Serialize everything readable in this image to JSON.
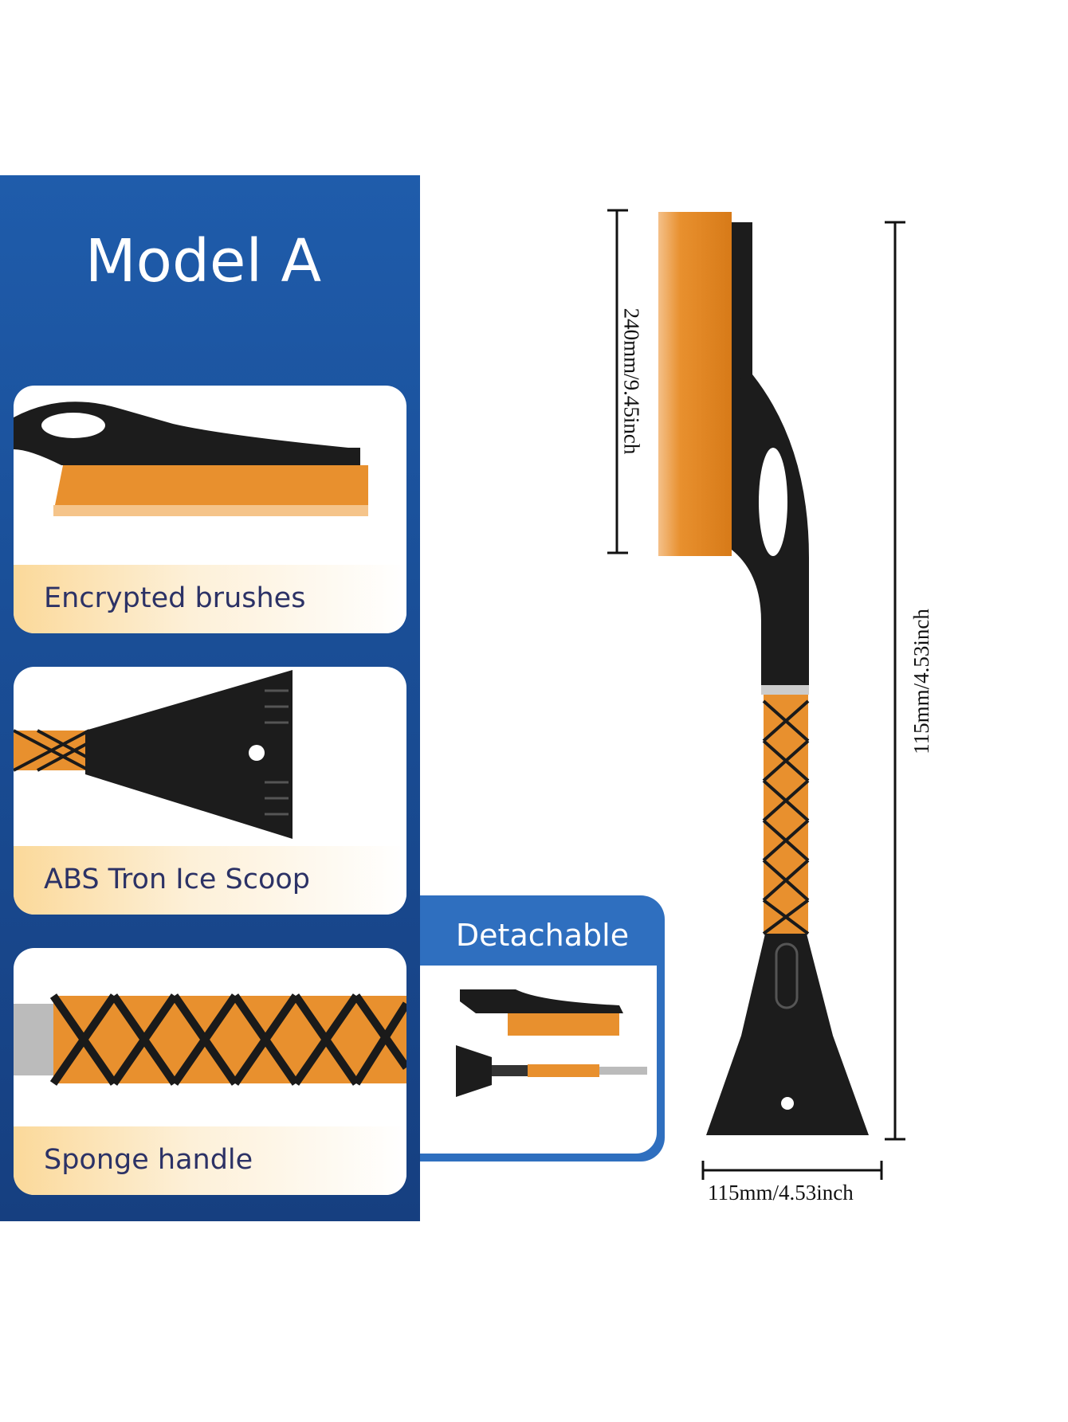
{
  "title": "Model A",
  "features": [
    {
      "label": "Encrypted brushes"
    },
    {
      "label": "ABS Tron Ice Scoop"
    },
    {
      "label": "Sponge handle"
    }
  ],
  "detachable": {
    "label": "Detachable"
  },
  "dimensions": {
    "brush_length": "240mm/9.45inch",
    "total_length": "115mm/4.53inch",
    "scraper_width": "115mm/4.53inch"
  },
  "colors": {
    "blue": "#1a4f98",
    "orange": "#e8902e",
    "black": "#1a1a1a"
  }
}
